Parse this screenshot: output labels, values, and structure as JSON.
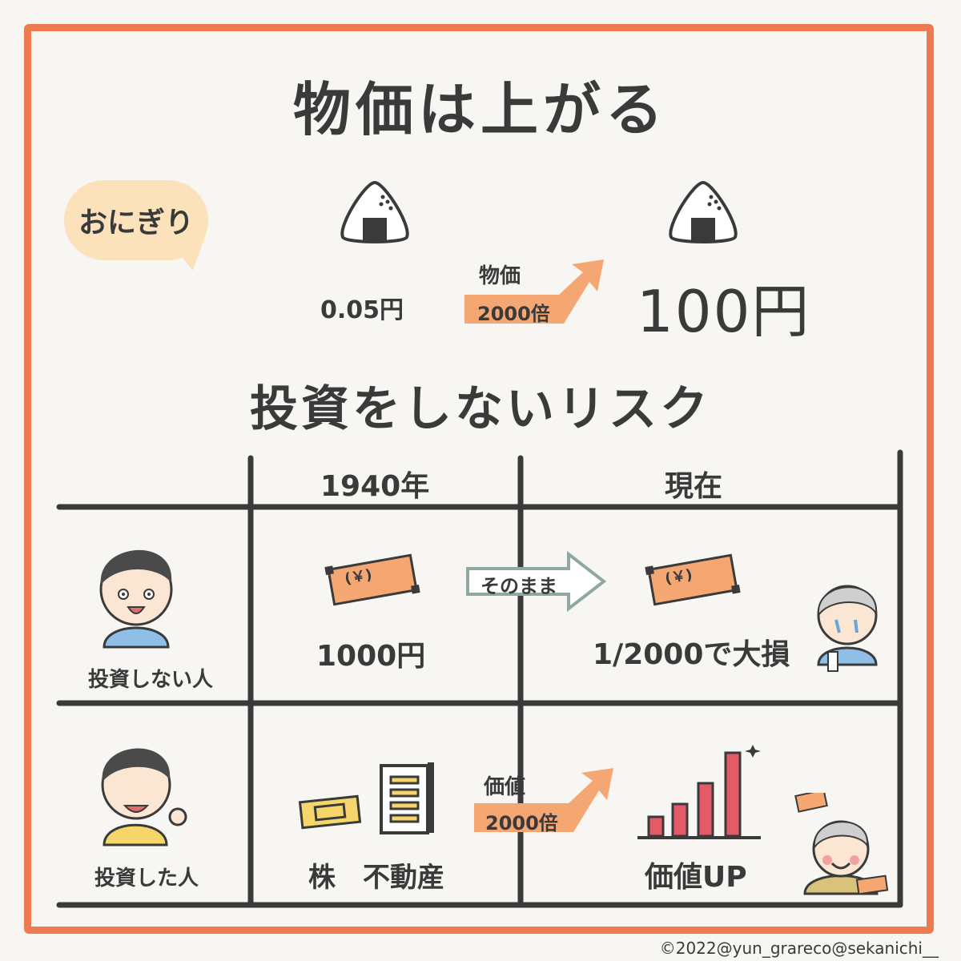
{
  "title_top": "物価は上がる",
  "bubble_label": "おにぎり",
  "price_before": "0.05円",
  "price_arrow_top": "物価",
  "price_arrow_bottom": "2000倍",
  "price_after": "100円",
  "title_bottom": "投資をしないリスク",
  "table": {
    "col_headers": [
      "1940年",
      "現在"
    ],
    "row1": {
      "label": "投資しない人",
      "cash_amount": "1000円",
      "note_symbol": "(￥)",
      "arrow_label": "そのまま",
      "result": "1/2000で大損"
    },
    "row2": {
      "label": "投資した人",
      "assets_label": "株　不動産",
      "arrow_top": "価値",
      "arrow_bottom": "2000倍",
      "result": "価値UP"
    }
  },
  "credit": "©2022@yun_grareco@sekanichi__",
  "colors": {
    "frame": "#ee7a4f",
    "arrow_orange": "#f4a673",
    "bubble": "#fbe2ba",
    "bar_red": "#e35b68",
    "line": "#3a3a3a"
  }
}
